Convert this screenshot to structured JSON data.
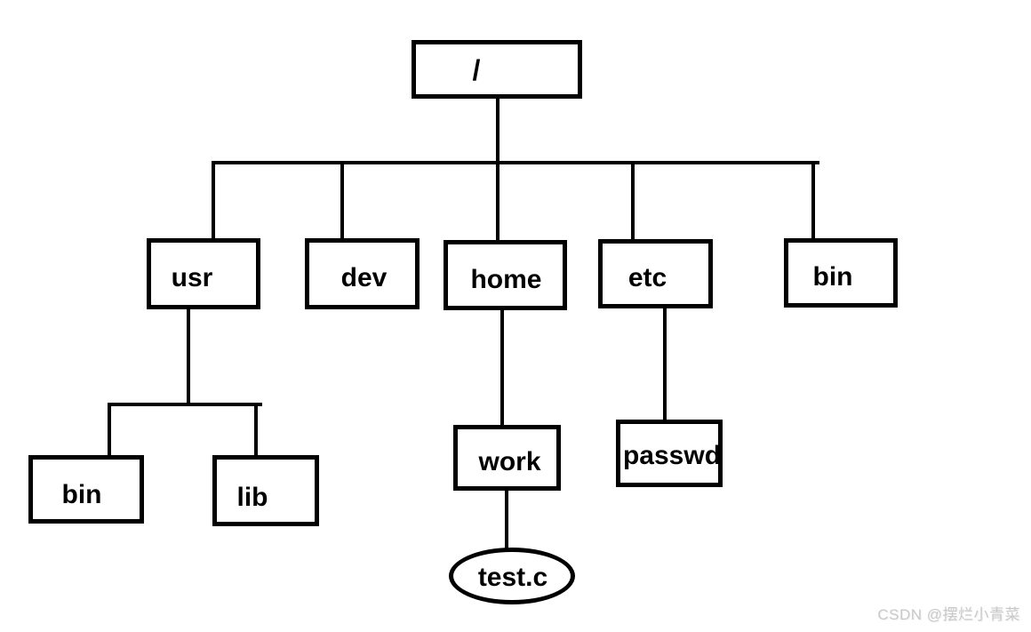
{
  "diagram": {
    "description": "Linux filesystem directory tree",
    "nodes": {
      "root": {
        "label": "/"
      },
      "usr": {
        "label": "usr"
      },
      "dev": {
        "label": "dev"
      },
      "home": {
        "label": "home"
      },
      "etc": {
        "label": "etc"
      },
      "bin_root": {
        "label": "bin"
      },
      "usr_bin": {
        "label": "bin"
      },
      "usr_lib": {
        "label": "lib"
      },
      "work": {
        "label": "work"
      },
      "passwd": {
        "label": "passwd"
      },
      "test_c": {
        "label": "test.c"
      }
    },
    "edges": [
      [
        "root",
        "usr"
      ],
      [
        "root",
        "dev"
      ],
      [
        "root",
        "home"
      ],
      [
        "root",
        "etc"
      ],
      [
        "root",
        "bin_root"
      ],
      [
        "usr",
        "usr_bin"
      ],
      [
        "usr",
        "usr_lib"
      ],
      [
        "home",
        "work"
      ],
      [
        "etc",
        "passwd"
      ],
      [
        "work",
        "test_c"
      ]
    ],
    "colors": {
      "line": "#000000",
      "background": "#ffffff",
      "watermark_text": "#c9c9c9"
    }
  },
  "watermark": {
    "text": "CSDN @摆烂小青菜"
  }
}
